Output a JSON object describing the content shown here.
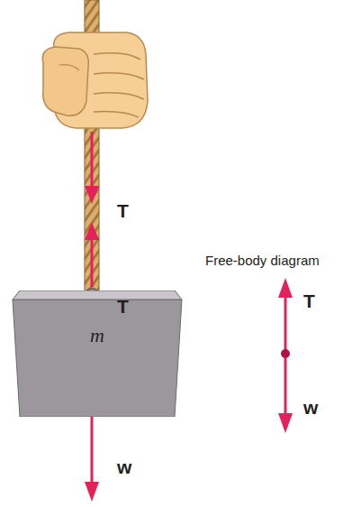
{
  "diagram": {
    "nodes": [
      {
        "text": [
          "m"
        ]
      }
    ],
    "labels": [
      "T",
      "T",
      "Free-body diagram",
      "T",
      "w",
      "w"
    ]
  }
}
